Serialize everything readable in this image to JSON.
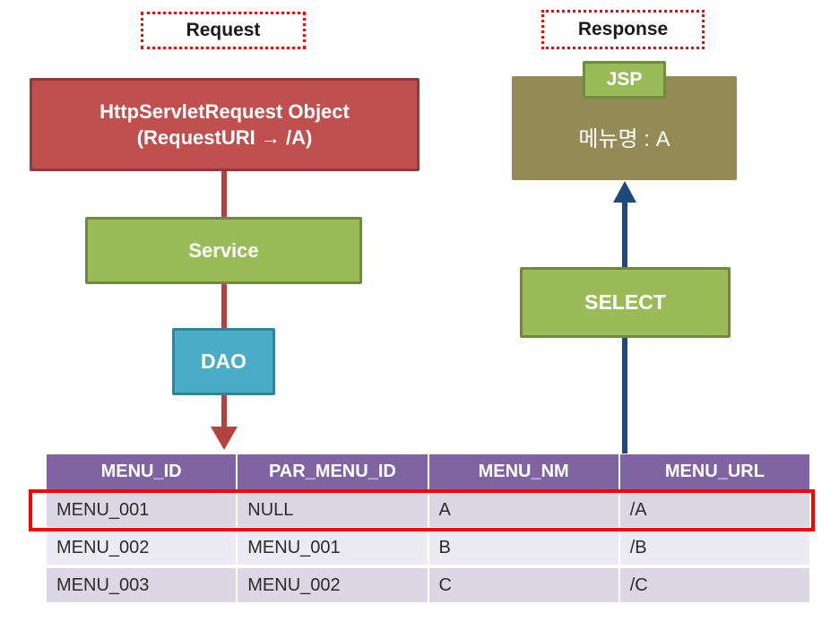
{
  "labels": {
    "request": "Request",
    "response": "Response"
  },
  "flow_left": {
    "http_box_line1": "HttpServletRequest Object",
    "http_box_line2": "(RequestURI → /A)",
    "service": "Service",
    "dao": "DAO"
  },
  "flow_right": {
    "jsp": "JSP",
    "menu_view": "메뉴명 : A",
    "select": "SELECT"
  },
  "table": {
    "headers": [
      "MENU_ID",
      "PAR_MENU_ID",
      "MENU_NM",
      "MENU_URL"
    ],
    "rows": [
      [
        "MENU_001",
        "NULL",
        "A",
        "/A"
      ],
      [
        "MENU_002",
        "MENU_001",
        "B",
        "/B"
      ],
      [
        "MENU_003",
        "MENU_002",
        "C",
        "/C"
      ]
    ],
    "highlighted_row_index": 0
  },
  "colors": {
    "http_box_fill": "#c0504d",
    "http_box_border": "#8e3a38",
    "green_box_fill": "#9bbb59",
    "green_box_border": "#70893f",
    "dao_box_fill": "#4bacc6",
    "dao_box_border": "#31849b",
    "view_box_fill": "#938a55",
    "table_header_fill": "#8064a2",
    "table_band_dark": "#dcd7e4",
    "table_band_light": "#edebf2",
    "request_arrow": "#b2433f",
    "response_arrow": "#1f497d",
    "highlight_red": "#ff0000"
  }
}
